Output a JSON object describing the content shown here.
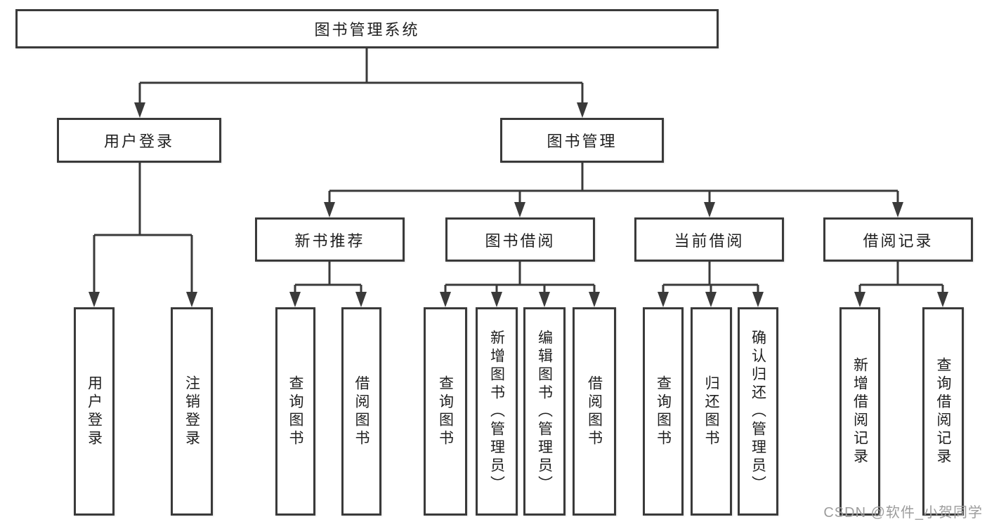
{
  "diagram": {
    "colors": {
      "line": "#3a3a3a",
      "text": "#1f1f1f",
      "background": "#ffffff",
      "watermark": "#9d9d9d"
    },
    "tree": {
      "label": "图书管理系统",
      "children": [
        {
          "label": "用户登录",
          "children": [
            {
              "label": "用户登录"
            },
            {
              "label": "注销登录"
            }
          ]
        },
        {
          "label": "图书管理",
          "children": [
            {
              "label": "新书推荐",
              "children": [
                {
                  "label": "查询图书"
                },
                {
                  "label": "借阅图书"
                }
              ]
            },
            {
              "label": "图书借阅",
              "children": [
                {
                  "label": "查询图书"
                },
                {
                  "label": "新增图书（管理员）"
                },
                {
                  "label": "编辑图书（管理员）"
                },
                {
                  "label": "借阅图书"
                }
              ]
            },
            {
              "label": "当前借阅",
              "children": [
                {
                  "label": "查询图书"
                },
                {
                  "label": "归还图书"
                },
                {
                  "label": "确认归还（管理员）"
                }
              ]
            },
            {
              "label": "借阅记录",
              "children": [
                {
                  "label": "新增借阅记录"
                },
                {
                  "label": "查询借阅记录"
                }
              ]
            }
          ]
        }
      ]
    },
    "watermark": "CSDN @软件_小贺同学"
  }
}
